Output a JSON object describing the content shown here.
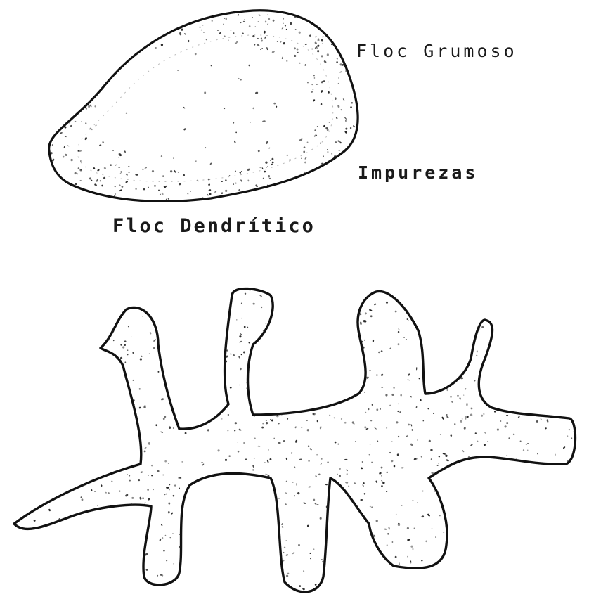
{
  "labels": {
    "grumoso": "Floc Grumoso",
    "impurezas": "Impurezas",
    "dendritico": "Floc Dendrítico"
  },
  "figures": [
    {
      "name": "floc-grumoso-shape",
      "kind": "compact-floc"
    },
    {
      "name": "floc-dendritico-shape",
      "kind": "branched-floc"
    }
  ],
  "style": {
    "ink": "#111111",
    "paper": "#ffffff"
  }
}
